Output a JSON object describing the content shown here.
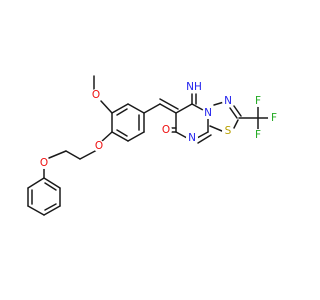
{
  "molecule": {
    "atom_labels": {
      "imine": "NH",
      "ring_n1": "N",
      "ring_n2": "N",
      "ring_n3": "N",
      "sulfur": "S",
      "carbonyl_o": "O",
      "methoxy_o": "O",
      "ether_o1": "O",
      "ether_o2": "O",
      "f_top": "F",
      "f_right": "F",
      "f_bottom": "F"
    },
    "colors": {
      "bond": "#1a1a1a",
      "nitrogen": "#2222ee",
      "oxygen": "#ee1111",
      "sulfur": "#b8a000",
      "fluorine": "#22aa22"
    }
  }
}
